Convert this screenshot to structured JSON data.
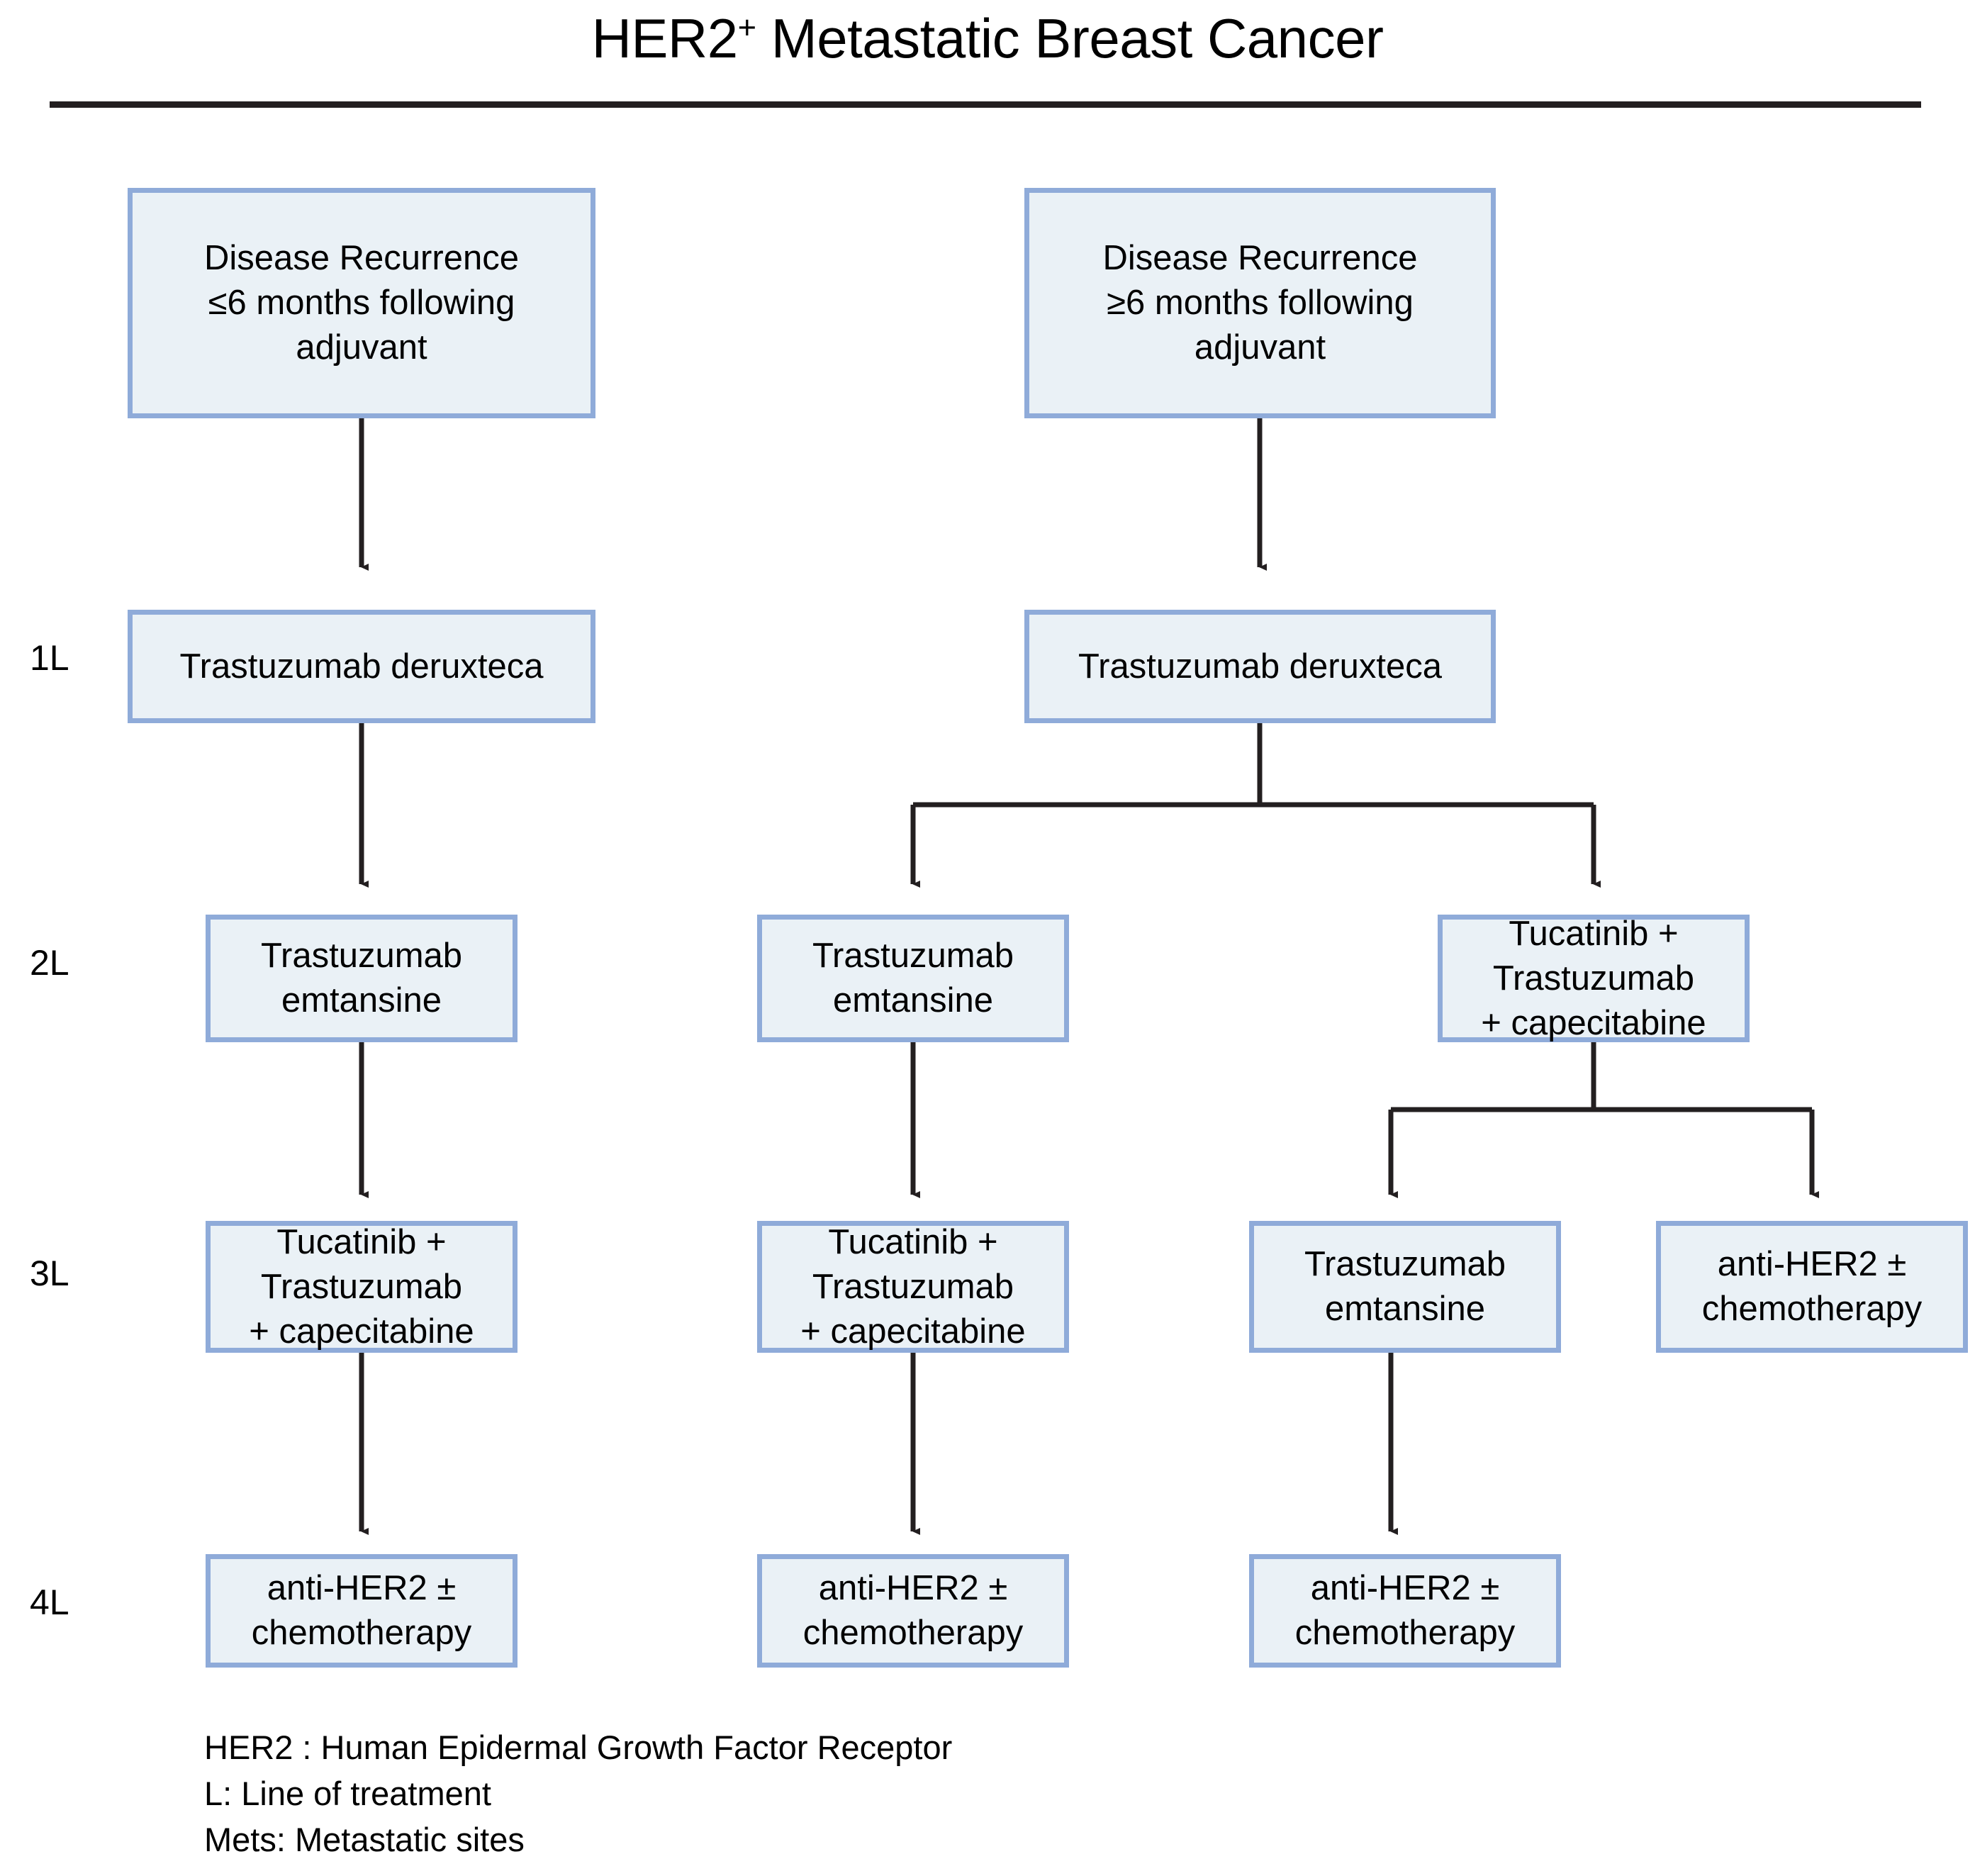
{
  "title": {
    "main": "HER2",
    "superscript": "+",
    "rest": " Metastatic Breast Cancer"
  },
  "line_labels": [
    {
      "id": "1L",
      "text": "1L"
    },
    {
      "id": "2L",
      "text": "2L"
    },
    {
      "id": "3L",
      "text": "3L"
    },
    {
      "id": "4L",
      "text": "4L"
    }
  ],
  "nodes": {
    "root_left": {
      "text": "Disease Recurrence\n≤6 months following\nadjuvant"
    },
    "root_right": {
      "text": "Disease Recurrence\n≥6 months following\nadjuvant"
    },
    "l1_left": {
      "text": "Trastuzumab deruxteca"
    },
    "l1_right": {
      "text": "Trastuzumab deruxteca"
    },
    "l2_c1": {
      "text": "Trastuzumab\nemtansine"
    },
    "l2_c2": {
      "text": "Trastuzumab\nemtansine"
    },
    "l2_c3": {
      "text": "Tucatinib +\nTrastuzumab\n+ capecitabine"
    },
    "l3_c1": {
      "text": "Tucatinib +\nTrastuzumab\n+ capecitabine"
    },
    "l3_c2": {
      "text": "Tucatinib +\nTrastuzumab\n+ capecitabine"
    },
    "l3_c3": {
      "text": "Trastuzumab\nemtansine"
    },
    "l3_c4": {
      "text": "anti-HER2 ±\nchemotherapy"
    },
    "l4_c1": {
      "text": "anti-HER2 ±\nchemotherapy"
    },
    "l4_c2": {
      "text": "anti-HER2 ±\nchemotherapy"
    },
    "l4_c3": {
      "text": "anti-HER2 ±\nchemotherapy"
    }
  },
  "legend": {
    "line1": "HER2 : Human Epidermal Growth Factor Receptor",
    "line2": "L: Line of treatment",
    "line3": "Mets: Metastatic sites"
  },
  "colors": {
    "node_fill": "#eaf1f6",
    "node_border": "#8fabd9",
    "connector": "#231f20",
    "text": "#000000",
    "rule": "#231f20"
  },
  "chart_data": {
    "type": "diagram",
    "title": "HER2+ Metastatic Breast Cancer",
    "description": "Treatment sequencing flowchart by line of therapy",
    "rows": [
      "1L",
      "2L",
      "3L",
      "4L"
    ],
    "branches": [
      {
        "root": "Disease Recurrence ≤6 months following adjuvant",
        "path": [
          "Trastuzumab deruxteca",
          "Trastuzumab emtansine",
          "Tucatinib + Trastuzumab + capecitabine",
          "anti-HER2 ± chemotherapy"
        ]
      },
      {
        "root": "Disease Recurrence ≥6 months following adjuvant",
        "path_a": [
          "Trastuzumab deruxteca",
          "Trastuzumab emtansine",
          "Tucatinib + Trastuzumab + capecitabine",
          "anti-HER2 ± chemotherapy"
        ],
        "path_b": [
          "Trastuzumab deruxteca",
          "Tucatinib + Trastuzumab + capecitabine",
          "Trastuzumab emtansine",
          "anti-HER2 ± chemotherapy"
        ],
        "path_c": [
          "Trastuzumab deruxteca",
          "Tucatinib + Trastuzumab + capecitabine",
          "anti-HER2 ± chemotherapy"
        ]
      }
    ]
  }
}
